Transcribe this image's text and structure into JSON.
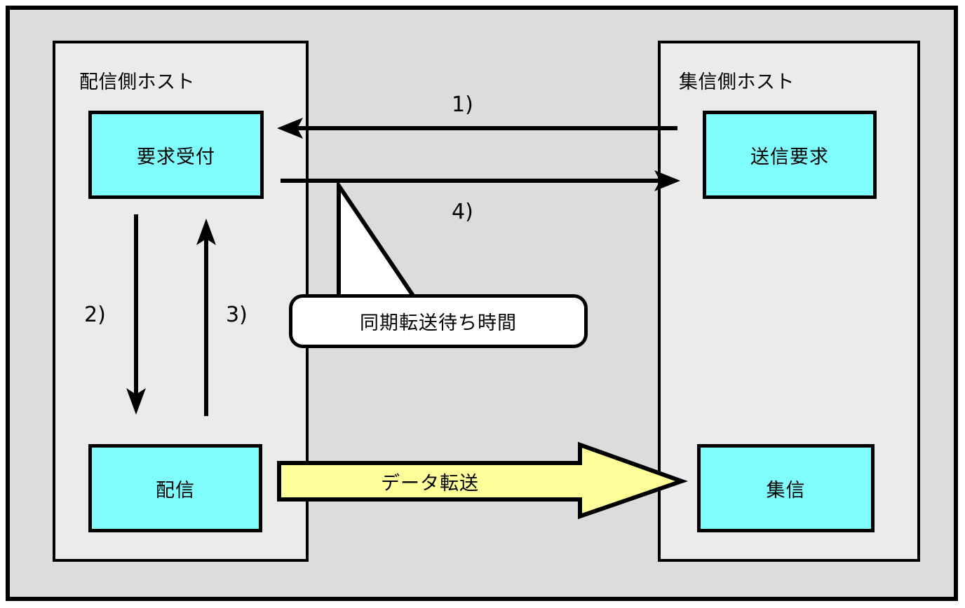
{
  "diagram": {
    "title": "",
    "colors": {
      "frame_fill": "#dcdcdc",
      "panel_fill": "#ebebeb",
      "process_fill": "#7ffcfc",
      "transfer_arrow_fill": "#ffff99",
      "callout_fill": "#ffffff",
      "stroke": "#000000"
    },
    "hosts": [
      {
        "id": "left",
        "title": "配信側ホスト",
        "boxes": [
          {
            "id": "request-accept",
            "label": "要求受付"
          },
          {
            "id": "distribute",
            "label": "配信"
          }
        ]
      },
      {
        "id": "right",
        "title": "集信側ホスト",
        "boxes": [
          {
            "id": "send-request",
            "label": "送信要求"
          },
          {
            "id": "collect",
            "label": "集信"
          }
        ]
      }
    ],
    "steps": [
      {
        "id": "1",
        "label": "1)",
        "direction": "right-to-left",
        "from": "送信要求",
        "to": "要求受付"
      },
      {
        "id": "2",
        "label": "2)",
        "direction": "downward",
        "from": "要求受付",
        "to": "配信"
      },
      {
        "id": "3",
        "label": "3)",
        "direction": "upward",
        "from": "配信",
        "to": "要求受付"
      },
      {
        "id": "4",
        "label": "4)",
        "direction": "left-to-right",
        "from": "要求受付",
        "to": "送信要求"
      }
    ],
    "callout": {
      "label": "同期転送待ち時間"
    },
    "transfer": {
      "label": "データ転送",
      "direction": "left-to-right",
      "from": "配信",
      "to": "集信"
    }
  }
}
